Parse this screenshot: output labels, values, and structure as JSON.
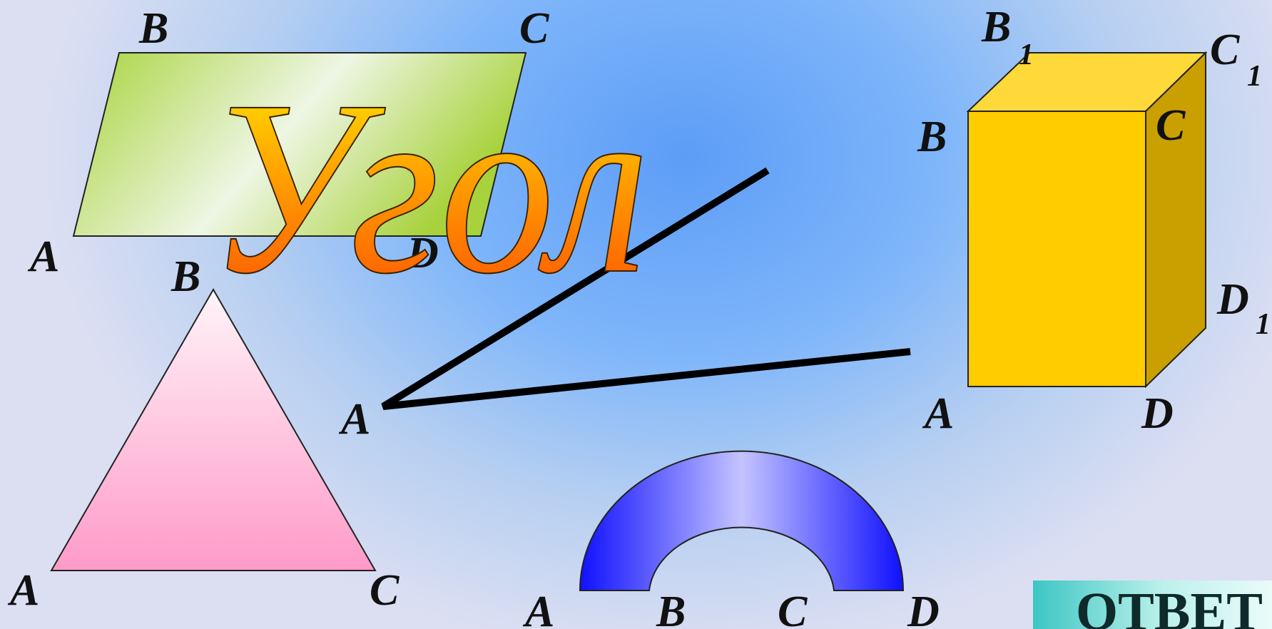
{
  "title": "Угол",
  "parallelogram": {
    "labels": [
      "A",
      "B",
      "C",
      "D"
    ]
  },
  "triangle": {
    "labels": [
      "A",
      "B",
      "C"
    ]
  },
  "angle": {
    "vertex_label": "A"
  },
  "prism": {
    "labels": [
      "A",
      "B",
      "C",
      "D"
    ],
    "top_labels": [
      "B",
      "C",
      "D"
    ],
    "subscript": "1"
  },
  "arch": {
    "labels": [
      "A",
      "B",
      "C",
      "D"
    ]
  },
  "answer_button": {
    "label": "ОТВЕТ"
  },
  "colors": {
    "parallelogram": "#b3da55",
    "triangle": "#ffa8d2",
    "prism_front": "#ffcc00",
    "prism_side": "#c8a000",
    "arch": "#2a2aff",
    "title_top": "#ffe000",
    "title_bottom": "#ff5000"
  }
}
